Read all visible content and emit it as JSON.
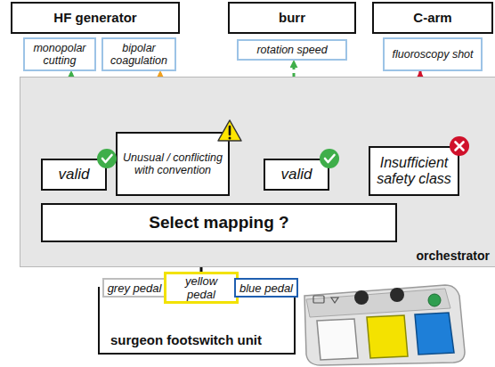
{
  "diagram": {
    "nodes": [
      {
        "text": [
          "HF generator"
        ]
      },
      {
        "text": [
          "monopolar cutting"
        ],
        "in": 0
      },
      {
        "text": [
          "bipolar coagulation"
        ],
        "in": 0
      },
      {
        "text": [
          "burr"
        ]
      },
      {
        "text": [
          "rotation speed"
        ],
        "in": 3
      },
      {
        "text": [
          "C-arm"
        ]
      },
      {
        "text": [
          "fluoroscopy shot"
        ],
        "in": 5
      },
      {
        "text": [
          "orchestrator"
        ]
      },
      {
        "text": [
          "valid"
        ],
        "in": 7
      },
      {
        "text": [
          "Unusual / conflicting with convention"
        ],
        "in": 7
      },
      {
        "text": [
          "valid"
        ],
        "in": 7
      },
      {
        "text": [
          "Insufficient safety class"
        ],
        "in": 7
      },
      {
        "text": [
          "Select mapping ?"
        ],
        "in": 7
      },
      {
        "text": [
          "surgeon footswitch unit"
        ]
      },
      {
        "text": [
          "grey pedal"
        ],
        "in": 13
      },
      {
        "text": [
          "yellow pedal"
        ],
        "in": 13
      },
      {
        "text": [
          "blue pedal"
        ],
        "in": 13
      }
    ],
    "edges": [
      {
        "from": 12,
        "to": 8,
        "arrow": "none"
      },
      {
        "from": 8,
        "to": 1,
        "arrow": "to"
      },
      {
        "from": 12,
        "to": 9,
        "arrow": "none"
      },
      {
        "from": 9,
        "to": 2,
        "arrow": "to"
      },
      {
        "from": 12,
        "to": 10,
        "arrow": "none"
      },
      {
        "from": 10,
        "to": 4,
        "arrow": "to"
      },
      {
        "from": 12,
        "to": 11,
        "arrow": "none"
      },
      {
        "from": 11,
        "to": 6,
        "arrow": "to"
      },
      {
        "from": 15,
        "to": 12,
        "arrow": "to"
      }
    ]
  }
}
